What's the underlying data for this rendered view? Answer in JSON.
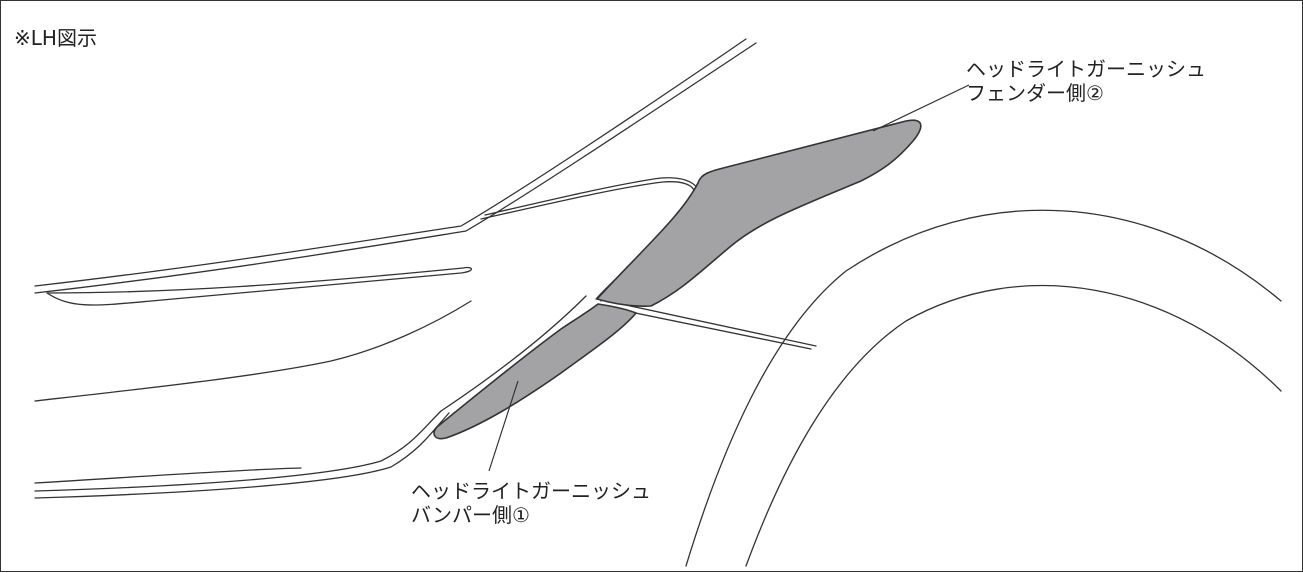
{
  "note": "※LH図示",
  "callouts": {
    "part2": {
      "line1": "ヘッドライトガーニッシュ",
      "line2": "フェンダー側②"
    },
    "part1": {
      "line1": "ヘッドライトガーニッシュ",
      "line2": "バンパー側①"
    }
  },
  "colors": {
    "part_fill": "#a3a3a6",
    "stroke": "#333333"
  }
}
